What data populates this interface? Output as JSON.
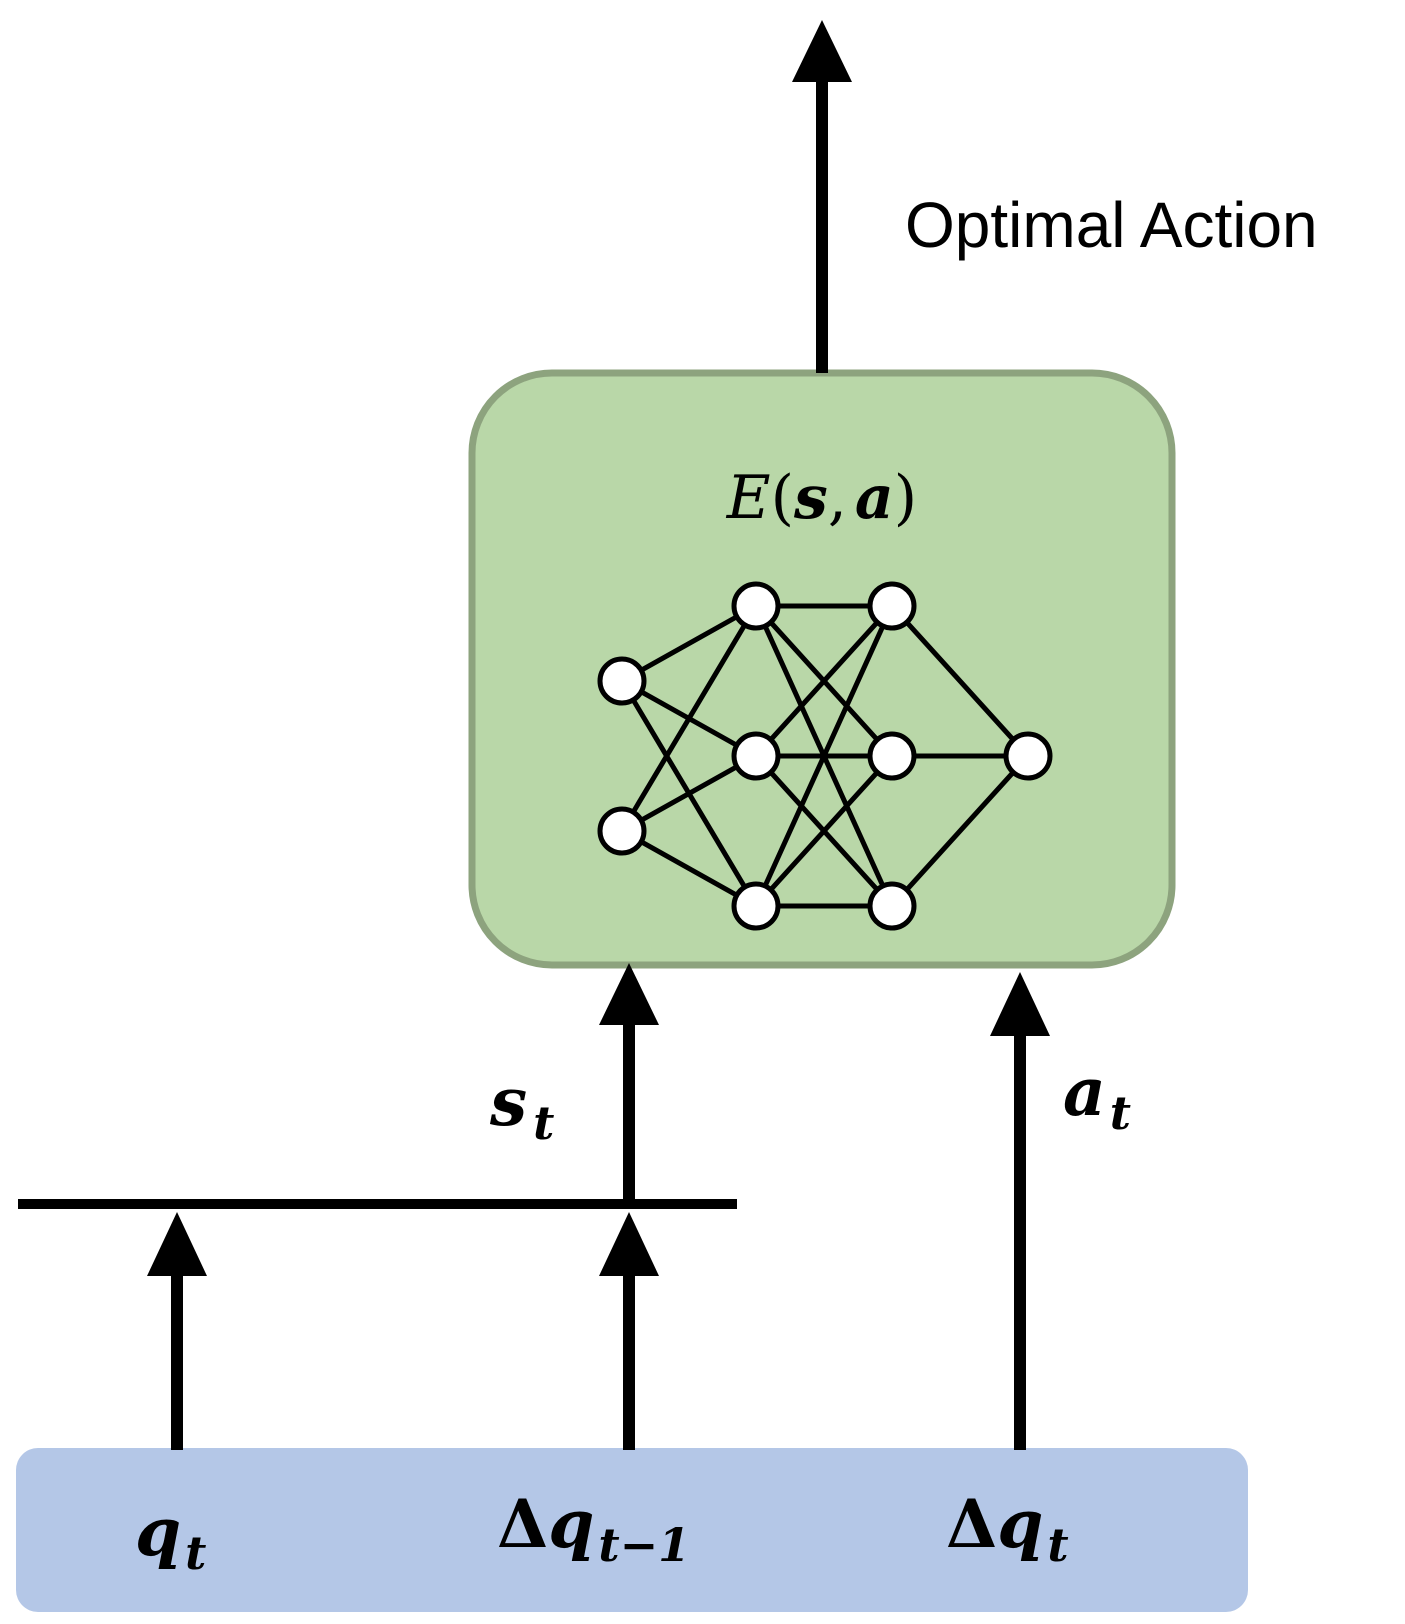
{
  "diagram": {
    "output_label": "Optimal Action",
    "energy_function": {
      "name": "E",
      "open_paren": "(",
      "arg1": "s",
      "comma": ",",
      "arg2": "a",
      "close_paren": ")"
    },
    "state_label": {
      "base": "s",
      "sub": "t"
    },
    "action_label": {
      "base": "a",
      "sub": "t"
    },
    "inputs": [
      {
        "prefix": "",
        "base": "q",
        "sub": "t"
      },
      {
        "prefix": "Δ",
        "base": "q",
        "sub": "t−1"
      },
      {
        "prefix": "Δ",
        "base": "q",
        "sub": "t"
      }
    ],
    "neural_net_layers": [
      2,
      3,
      3,
      1
    ],
    "colors": {
      "energy_box_fill": "#b9d7a8",
      "energy_box_stroke": "#8da37e",
      "input_bar_fill": "#b4c7e7",
      "arrow": "#000000",
      "node_fill": "#ffffff"
    }
  }
}
